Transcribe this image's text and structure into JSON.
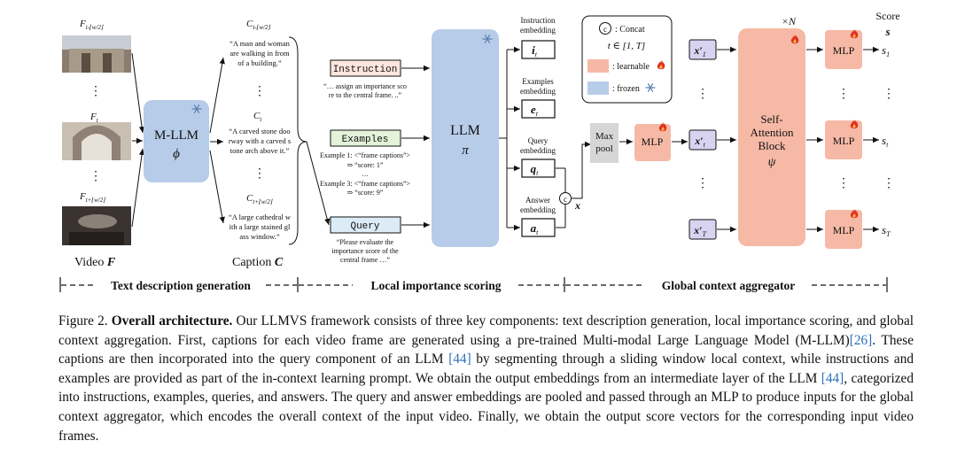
{
  "diagram": {
    "video": {
      "frame_labels": [
        "F",
        "t-⌊w/2⌋",
        "F",
        "t",
        "F",
        "t+⌊w/2⌋"
      ],
      "label": "Video",
      "symbol": "F"
    },
    "mllm": {
      "label": "M-LLM",
      "symbol": "ϕ"
    },
    "captions": {
      "labels": [
        "C",
        "t-⌊w/2⌋",
        "C",
        "t",
        "C",
        "t+⌊w/2⌋"
      ],
      "texts": [
        [
          "“A man and woman",
          "are walking in from",
          "of a building.”"
        ],
        [
          "“A carved stone doo",
          "rway with a carved s",
          "tone arch above it.”"
        ],
        [
          "“A large cathedral w",
          "ith a large stained gl",
          "ass window.”"
        ]
      ],
      "label": "Caption",
      "symbol": "C"
    },
    "prompts": {
      "instruction": {
        "label": "Instruction",
        "text": [
          "“… assign an importance sco",
          "re to the central frame. ..”"
        ]
      },
      "examples": {
        "label": "Examples",
        "text": [
          "Example 1: <“frame captions”>",
          "⇒ “score: 1”",
          "…",
          "Example 3: <“frame captions”>",
          "⇒ “score: 9”"
        ]
      },
      "query": {
        "label": "Query",
        "text": [
          "“Please evaluate the",
          "importance score of the",
          "central frame …”"
        ]
      }
    },
    "llm": {
      "label": "LLM",
      "symbol": "π"
    },
    "embeddings": [
      {
        "caption": [
          "Instruction",
          "embedding"
        ],
        "symbol": "i",
        "sub": "t"
      },
      {
        "caption": [
          "Examples",
          "embedding"
        ],
        "symbol": "e",
        "sub": "t"
      },
      {
        "caption": [
          "Query",
          "embedding"
        ],
        "symbol": "q",
        "sub": "t"
      },
      {
        "caption": [
          "Answer",
          "embedding"
        ],
        "symbol": "a",
        "sub": "t"
      }
    ],
    "concat_x": "x",
    "legend": {
      "concat": ": Concat",
      "range": "t ∈ [1, T]",
      "learnable": ": learnable",
      "frozen": ": frozen"
    },
    "maxpool": [
      "Max",
      "pool"
    ],
    "mlp": "MLP",
    "x_prime": [
      {
        "symbol": "x′",
        "sub": "1"
      },
      {
        "symbol": "x′",
        "sub": "t"
      },
      {
        "symbol": "x′",
        "sub": "T"
      }
    ],
    "attention": {
      "lines": [
        "Self-",
        "Attention",
        "Block"
      ],
      "symbol": "ψ",
      "repeat": "×N"
    },
    "score_header": "Score",
    "score_symbol": "s",
    "scores": [
      {
        "symbol": "s",
        "sub": "1"
      },
      {
        "symbol": "s",
        "sub": "t"
      },
      {
        "symbol": "s",
        "sub": "T"
      }
    ],
    "sections": [
      "Text description generation",
      "Local importance scoring",
      "Global context aggregator"
    ],
    "colors": {
      "frozen": "#b7cce8",
      "learnable": "#f6b9a6",
      "xprime": "#d9d3f1",
      "maxpool": "#d6d6d6",
      "flame": "#e0301e",
      "snow": "#5a7fb0"
    }
  },
  "caption": {
    "figure_label": "Figure 2.",
    "title": "Overall architecture.",
    "segments": [
      " Our LLMVS  framework consists of three key components: text description generation, local importance scoring, and global context aggregation. First, captions for each video frame are generated using a pre-trained Multi-modal Large Language Model (M-LLM)",
      "[26]",
      ". These captions are then incorporated into the query component of an LLM ",
      "[44]",
      " by segmenting through a sliding window local context, while instructions and examples are provided as part of the in-context learning prompt.  We obtain the output embeddings from an intermediate layer of the LLM ",
      "[44]",
      ", categorized into instructions, examples, queries, and answers. The query and answer embeddings are pooled and passed through an MLP to produce inputs for the global context aggregator, which encodes the overall context of the input video. Finally, we obtain the output score vectors for the corresponding input video frames."
    ]
  }
}
